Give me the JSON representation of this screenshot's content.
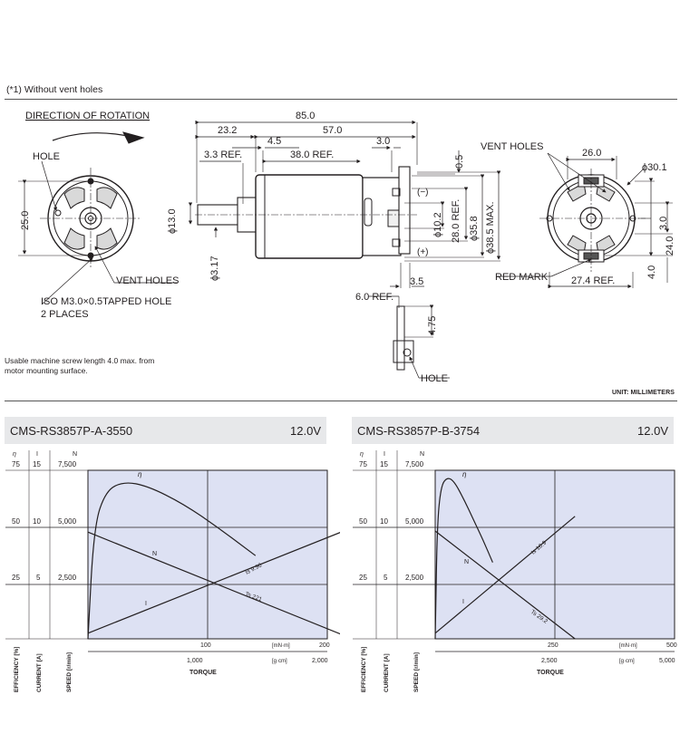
{
  "note_vent": "(*1) Without vent holes",
  "drawing": {
    "direction_of_rotation": "DIRECTION OF ROTATION",
    "hole": "HOLE",
    "vent_holes_front": "VENT HOLES",
    "iso_tapped": "ISO M3.0×0.5TAPPED HOLE",
    "two_places": "2 PLACES",
    "dim_25": "25.0",
    "dim_85": "85.0",
    "dim_23_2": "23.2",
    "dim_57": "57.0",
    "dim_4_5": "4.5",
    "dim_3_0": "3.0",
    "dim_3_3ref": "3.3 REF.",
    "dim_38ref": "38.0 REF.",
    "dim_0_5": "0.5",
    "dim_d13": "ϕ13.0",
    "dim_d3_17": "ϕ3.17",
    "minus": "(−)",
    "plus": "(+)",
    "dim_d10_2": "ϕ10.2",
    "dim_28ref": "28.0 REF.",
    "dim_d35_8": "ϕ35.8",
    "dim_d38_5": "ϕ38.5 MAX.",
    "dim_3_5": "3.5",
    "dim_6ref": "6.0 REF.",
    "dim_4_75": "4.75",
    "hole_terminal": "HOLE",
    "vent_holes_rear": "VENT HOLES",
    "dim_26": "26.0",
    "dim_d30_1": "ϕ30.1",
    "dim_3_0r": "3.0",
    "dim_24": "24.0",
    "dim_4_0": "4.0",
    "red_mark": "RED MARK",
    "dim_27_4ref": "27.4 REF."
  },
  "screw_note_1": "Usable machine screw length 4.0 max. from",
  "screw_note_2": "motor mounting surface.",
  "unit_label": "UNIT: MILLIMETERS",
  "charts": [
    {
      "title": "CMS-RS3857P-A-3550",
      "voltage": "12.0V",
      "head_eta": "η",
      "head_i": "I",
      "head_n": "N",
      "eff_ticks": [
        "75",
        "50",
        "25"
      ],
      "cur_ticks": [
        "15",
        "10",
        "5"
      ],
      "spd_ticks": [
        "7,500",
        "5,000",
        "2,500"
      ],
      "torque_ticks_mn": [
        "100",
        "200"
      ],
      "torque_ticks_gcm": [
        "1,000",
        "2,000"
      ],
      "unit_mn": "[mN·m]",
      "unit_gcm": "[g·cm]",
      "xlabel": "TORQUE",
      "axis_eff": "EFFICIENCY [%]",
      "axis_cur": "CURRENT [A]",
      "axis_spd": "SPEED [r/min]",
      "label_eta": "η",
      "label_n": "N",
      "label_i": "I",
      "label_is": "Is 9.90",
      "label_ts": "Ts 221"
    },
    {
      "title": "CMS-RS3857P-B-3754",
      "voltage": "12.0V",
      "head_eta": "η",
      "head_i": "I",
      "head_n": "N",
      "eff_ticks": [
        "75",
        "50",
        "25"
      ],
      "cur_ticks": [
        "15",
        "10",
        "5"
      ],
      "spd_ticks": [
        "7,500",
        "5,000",
        "2,500"
      ],
      "torque_ticks_mn": [
        "250",
        "500"
      ],
      "torque_ticks_gcm": [
        "2,500",
        "5,000"
      ],
      "unit_mn": "[mN·m]",
      "unit_gcm": "[g·cm]",
      "xlabel": "TORQUE",
      "axis_eff": "EFFICIENCY [%]",
      "axis_cur": "CURRENT [A]",
      "axis_spd": "SPEED [r/min]",
      "label_eta": "η",
      "label_n": "N",
      "label_i": "I",
      "label_is": "Is 10.9",
      "label_ts": "Ts 29.2"
    }
  ],
  "chart_data": [
    {
      "type": "line",
      "title": "CMS-RS3857P-A-3550",
      "xlabel": "TORQUE",
      "xlim_mNm": [
        0,
        200
      ],
      "series": [
        {
          "name": "N",
          "x": [
            0,
            221
          ],
          "y": [
            4750,
            0
          ]
        },
        {
          "name": "I",
          "x": [
            0,
            221
          ],
          "y": [
            0.5,
            9.9
          ]
        },
        {
          "name": "η",
          "x": [
            0,
            5,
            15,
            30,
            50,
            80,
            110,
            140
          ],
          "y": [
            0,
            50,
            66,
            70,
            68,
            60,
            49,
            37
          ]
        }
      ],
      "ylim_speed": [
        0,
        7500
      ],
      "ylim_current": [
        0,
        15
      ],
      "ylim_efficiency": [
        0,
        75
      ],
      "grid": true
    },
    {
      "type": "line",
      "title": "CMS-RS3857P-B-3754",
      "xlabel": "TORQUE",
      "xlim_mNm": [
        0,
        500
      ],
      "series": [
        {
          "name": "N",
          "x": [
            0,
            292
          ],
          "y": [
            4800,
            0
          ]
        },
        {
          "name": "I",
          "x": [
            0,
            292
          ],
          "y": [
            0.5,
            10.9
          ]
        },
        {
          "name": "η",
          "x": [
            0,
            4,
            12,
            25,
            40,
            60,
            80,
            100,
            120
          ],
          "y": [
            0,
            50,
            68,
            72,
            70,
            62,
            53,
            44,
            34
          ]
        }
      ],
      "ylim_speed": [
        0,
        7500
      ],
      "ylim_current": [
        0,
        15
      ],
      "ylim_efficiency": [
        0,
        75
      ],
      "grid": true
    }
  ]
}
